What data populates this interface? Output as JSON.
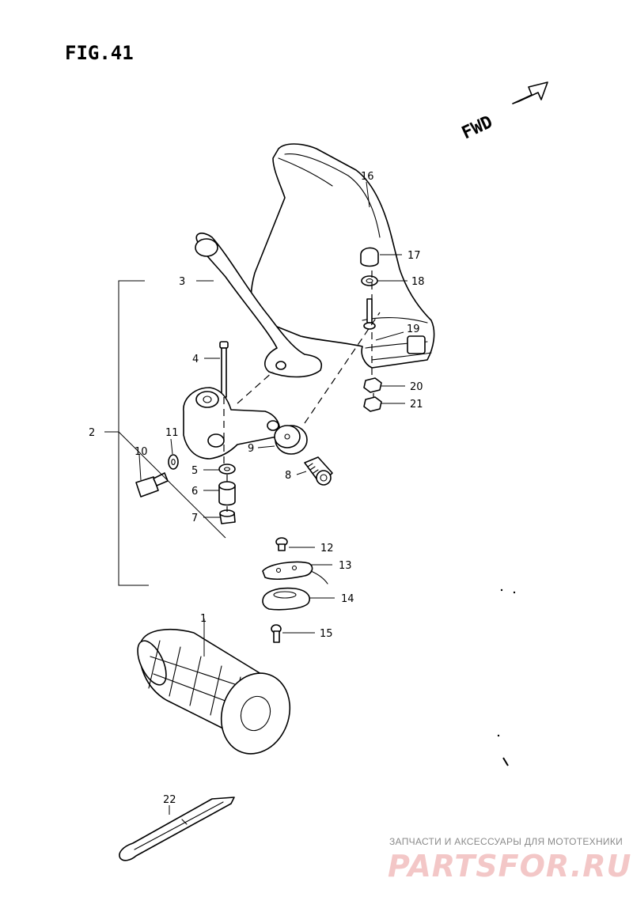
{
  "figure": {
    "title": "FIG.41",
    "direction_label": "FWD",
    "direction_icon": "arrow-outline-icon"
  },
  "callouts": [
    {
      "id": "c1",
      "text": "1"
    },
    {
      "id": "c2",
      "text": "2"
    },
    {
      "id": "c3",
      "text": "3"
    },
    {
      "id": "c4",
      "text": "4"
    },
    {
      "id": "c5",
      "text": "5"
    },
    {
      "id": "c6",
      "text": "6"
    },
    {
      "id": "c7",
      "text": "7"
    },
    {
      "id": "c8",
      "text": "8"
    },
    {
      "id": "c9",
      "text": "9"
    },
    {
      "id": "c10",
      "text": "10"
    },
    {
      "id": "c11",
      "text": "11"
    },
    {
      "id": "c12",
      "text": "12"
    },
    {
      "id": "c13",
      "text": "13"
    },
    {
      "id": "c14",
      "text": "14"
    },
    {
      "id": "c15",
      "text": "15"
    },
    {
      "id": "c16",
      "text": "16"
    },
    {
      "id": "c17",
      "text": "17"
    },
    {
      "id": "c18",
      "text": "18"
    },
    {
      "id": "c19",
      "text": "19"
    },
    {
      "id": "c20",
      "text": "20"
    },
    {
      "id": "c21",
      "text": "21"
    },
    {
      "id": "c22",
      "text": "22"
    }
  ],
  "watermark": {
    "tagline": "ЗАПЧАСТИ И АКСЕССУАРЫ ДЛЯ МОТОТЕХНИКИ",
    "logo": "PARTSFOR.RU",
    "logo_color": "#f3c7c7"
  }
}
